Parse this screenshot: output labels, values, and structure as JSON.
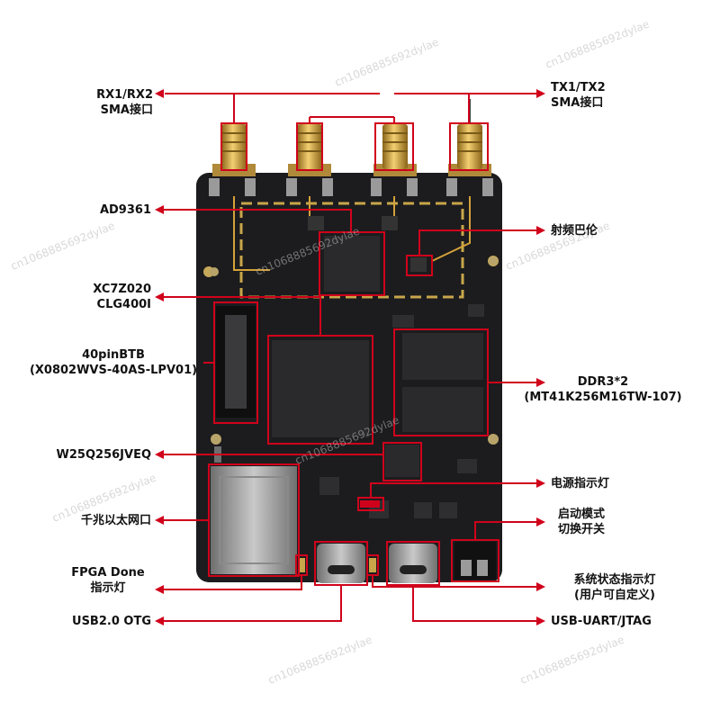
{
  "colors": {
    "annotation": "#d0021b",
    "board": "#1c1c1e",
    "chip": "#2a2a2c",
    "gold": "#d4a23a",
    "text": "#111111"
  },
  "labels": {
    "rx_sma": [
      "RX1/RX2",
      "SMA接口"
    ],
    "tx_sma": [
      "TX1/TX2",
      "SMA接口"
    ],
    "ad9361": [
      "AD9361"
    ],
    "rf_balun": [
      "射频巴伦"
    ],
    "fpga": [
      "XC7Z020",
      "CLG400I"
    ],
    "btb": [
      "40pinBTB",
      "(X0802WVS-40AS-LPV01)"
    ],
    "ddr": [
      "DDR3*2",
      "(MT41K256M16TW-107)"
    ],
    "flash": [
      "W25Q256JVEQ"
    ],
    "power_led": [
      "电源指示灯"
    ],
    "ethernet": [
      "千兆以太网口"
    ],
    "boot_switch": [
      "启动模式",
      "切换开关"
    ],
    "fpga_done": [
      "FPGA Done",
      "指示灯"
    ],
    "status_led": [
      "系统状态指示灯",
      "(用户可自定义)"
    ],
    "usb_otg": [
      "USB2.0 OTG"
    ],
    "usb_uart": [
      "USB-UART/JTAG"
    ]
  },
  "watermark": "cn1068885692dylae",
  "icons": {
    "sma-connector-icon": "gold coaxial connector",
    "rj45-port-icon": "metal ethernet jack",
    "usb-c-port-icon": "usb type-c receptacle",
    "dip-switch-icon": "two-position slide switch"
  }
}
